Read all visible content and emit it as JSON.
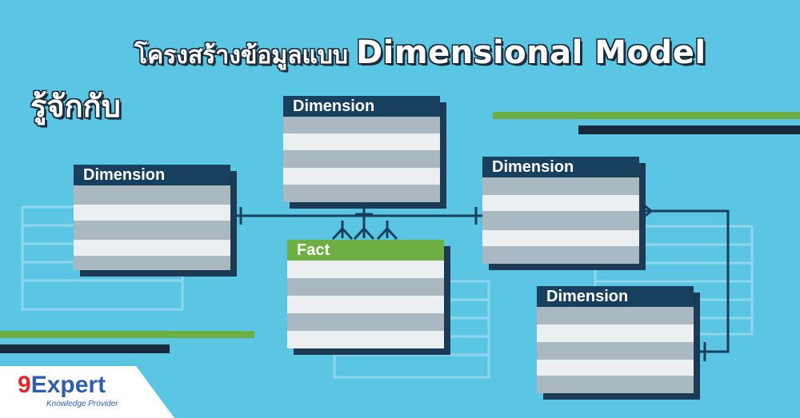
{
  "title": {
    "thai_heading": "โครงสร้างข้อมูลแบบ",
    "english_heading": "Dimensional Model",
    "subheading": "รู้จักกับ"
  },
  "tables": {
    "dim_left": "Dimension",
    "dim_top": "Dimension",
    "dim_right": "Dimension",
    "dim_bottom_right": "Dimension",
    "fact": "Fact"
  },
  "logo": {
    "nine": "9",
    "brand": "Expert",
    "tagline": "Knowledge Provider"
  },
  "colors": {
    "background": "#5bc6e4",
    "dimension_header": "#17405e",
    "fact_header": "#6eaf43",
    "row_dark": "#aab8c1",
    "row_light": "#ebeff1",
    "connector": "#17405e",
    "accent_green": "#6eaf43",
    "accent_navy": "#17283a"
  },
  "icons": {
    "relationship_one": "one-marker-icon",
    "relationship_many": "crows-foot-icon"
  }
}
